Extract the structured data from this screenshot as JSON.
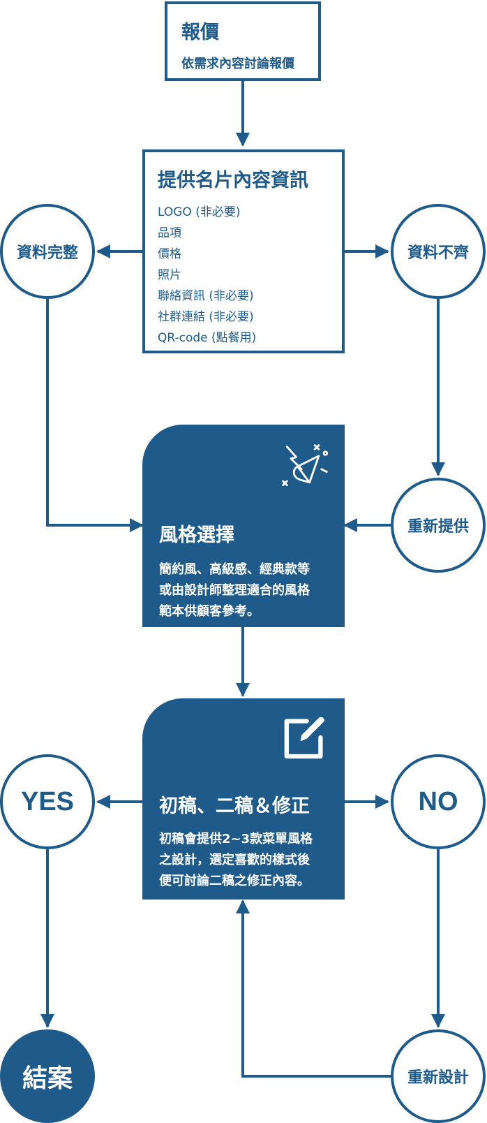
{
  "quote": {
    "title": "報價",
    "desc": "依需求內容討論報價"
  },
  "provide": {
    "title": "提供名片內容資訊",
    "items": [
      "LOGO (非必要)",
      "品項",
      "價格",
      "照片",
      "聯絡資訊 (非必要)",
      "社群連結 (非必要)",
      "QR-code (點餐用)"
    ]
  },
  "left_circle_1": "資料完整",
  "right_circle_1": "資料不齊",
  "right_circle_2": "重新提供",
  "style": {
    "icon": "megaphone-icon",
    "title": "風格選擇",
    "lines": [
      "簡約風、高級感、經典款等",
      "或由設計師整理適合的風格",
      "範本供顧客參考。"
    ]
  },
  "draft": {
    "icon": "edit-icon",
    "title": "初稿、二稿＆修正",
    "lines": [
      "初稿會提供2~3款菜單風格",
      "之設計，選定喜歡的樣式後",
      "便可討論二稿之修正內容。"
    ]
  },
  "yes_circle": "YES",
  "no_circle": "NO",
  "end_circle": "結案",
  "redesign_circle": "重新設計",
  "colors": {
    "primary": "#1e5a8a",
    "background": "#ffffff"
  }
}
